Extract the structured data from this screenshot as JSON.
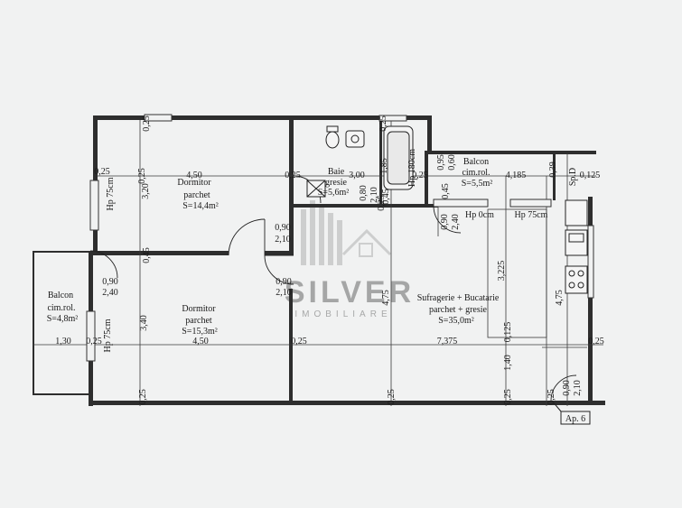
{
  "rooms": {
    "dormitor1": {
      "name": "Dormitor",
      "floor": "parchet",
      "area": "S=14,4m²"
    },
    "baie": {
      "name": "Baie",
      "floor": "gresie",
      "area": "S=5,6m²"
    },
    "balcon_right": {
      "name": "Balcon",
      "type": "cim.rol.",
      "area": "S=5,5m²"
    },
    "dormitor2": {
      "name": "Dormitor",
      "floor": "parchet",
      "area": "S=15,3m²"
    },
    "balcon_left": {
      "name": "Balcon",
      "type": "cim.rol.",
      "area": "S=4,8m²"
    },
    "sufragerie": {
      "name": "Sufragerie + Bucatarie",
      "floor": "parchet + gresie",
      "area": "S=35,0m²"
    }
  },
  "dimensions": {
    "d_450_top": "4,50",
    "d_300": "3,00",
    "d_4185": "4,185",
    "d_130": "1,30",
    "d_450_bottom": "4,50",
    "d_7375": "7,375",
    "d_320": "3,20",
    "d_340": "3,40",
    "d_475_mid": "4,75",
    "d_475_right": "4,75",
    "d_3225": "3,225",
    "d_140": "1,40",
    "d_185": "1,85",
    "d_0125": "0,125",
    "d_0125b": "0,125",
    "d_025_a": "0,25",
    "d_025_b": "0,25",
    "d_025_c": "0,25",
    "d_025_d": "0,25",
    "d_025_e": "0,25",
    "d_025_f": "0,25",
    "d_025_g": "0,25",
    "d_025_h": "0,25",
    "d_025_i": "0,25",
    "d_025_j": "0,25",
    "d_025_k": "0,25",
    "d_025_l": "0,25",
    "d_025_m": "0,25",
    "d_025_n": "0,25",
    "d_045_a": "0,45",
    "d_045_b": "0,45",
    "d_060": "0,60",
    "d_095": "0,95",
    "d_080": "0,80",
    "d_210_baie": "2,10",
    "d_039": "0,39"
  },
  "doors": {
    "door1_w": "0,90",
    "door1_h": "2,10",
    "door2_w": "0,90",
    "door2_h": "2,10",
    "door3_w": "0,90",
    "door3_h": "2,40",
    "door4_w": "0,90",
    "door4_h": "2,40",
    "door5_w": "0,90",
    "door5_h": "2,10"
  },
  "heights": {
    "hp_left_top": "Hp 75cm",
    "hp_left_bottom": "Hp 75cm",
    "hp_center": "Hp 0cm",
    "hp_right": "Hp 75cm",
    "hp_bath": "Hp 180cm"
  },
  "other": {
    "apartment_label": "Ap. 6",
    "sp_label": "Sp.D"
  },
  "watermark": {
    "brand": "SILVER",
    "sub": "IMOBILIARE"
  },
  "colors": {
    "paper": "#f1f2f2",
    "wall": "#2b2b2b",
    "ink": "#1a1a1a",
    "watermark": "#8f8f8f"
  }
}
